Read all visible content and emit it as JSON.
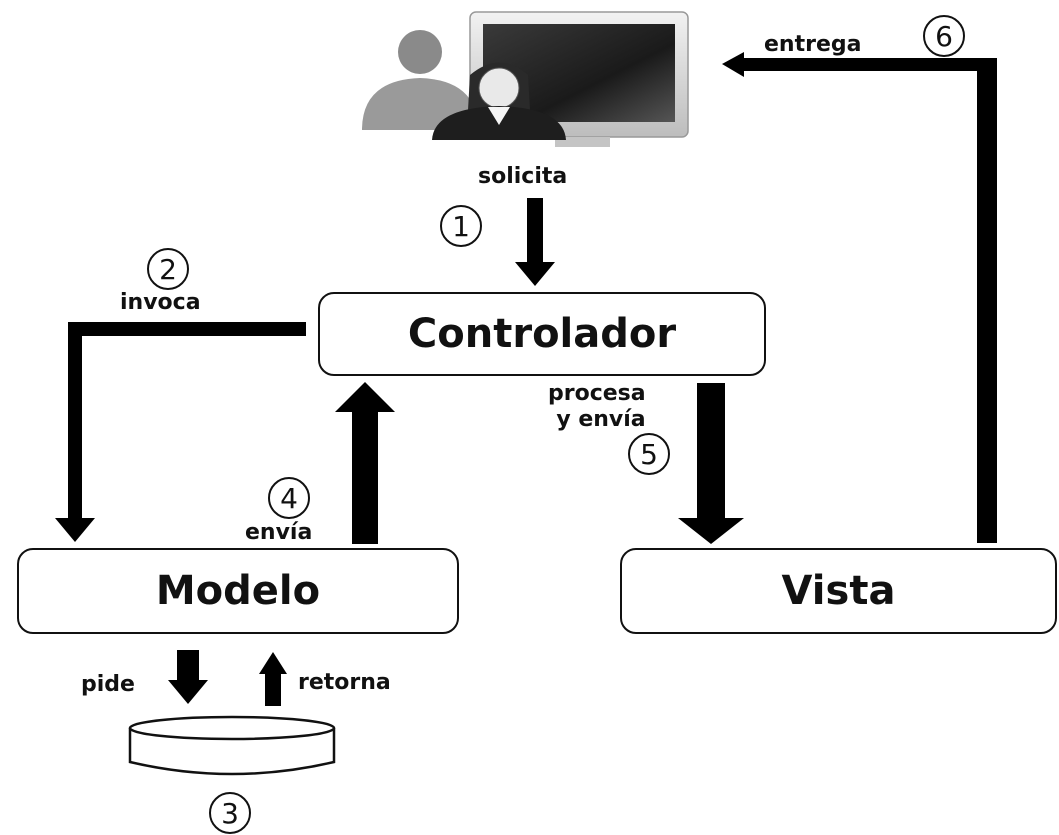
{
  "nodes": {
    "controller": "Controlador",
    "model": "Modelo",
    "view": "Vista"
  },
  "steps": [
    {
      "number": "1",
      "label": "solicita"
    },
    {
      "number": "2",
      "label": "invoca"
    },
    {
      "number": "3",
      "label": ""
    },
    {
      "number": "4",
      "label": "envía"
    },
    {
      "number": "5",
      "label": "procesa\ny envía"
    },
    {
      "number": "6",
      "label": "entrega"
    }
  ],
  "db_labels": {
    "request": "pide",
    "return": "retorna"
  },
  "icons": {
    "user": "user-at-computer-icon",
    "database": "database-icon"
  }
}
